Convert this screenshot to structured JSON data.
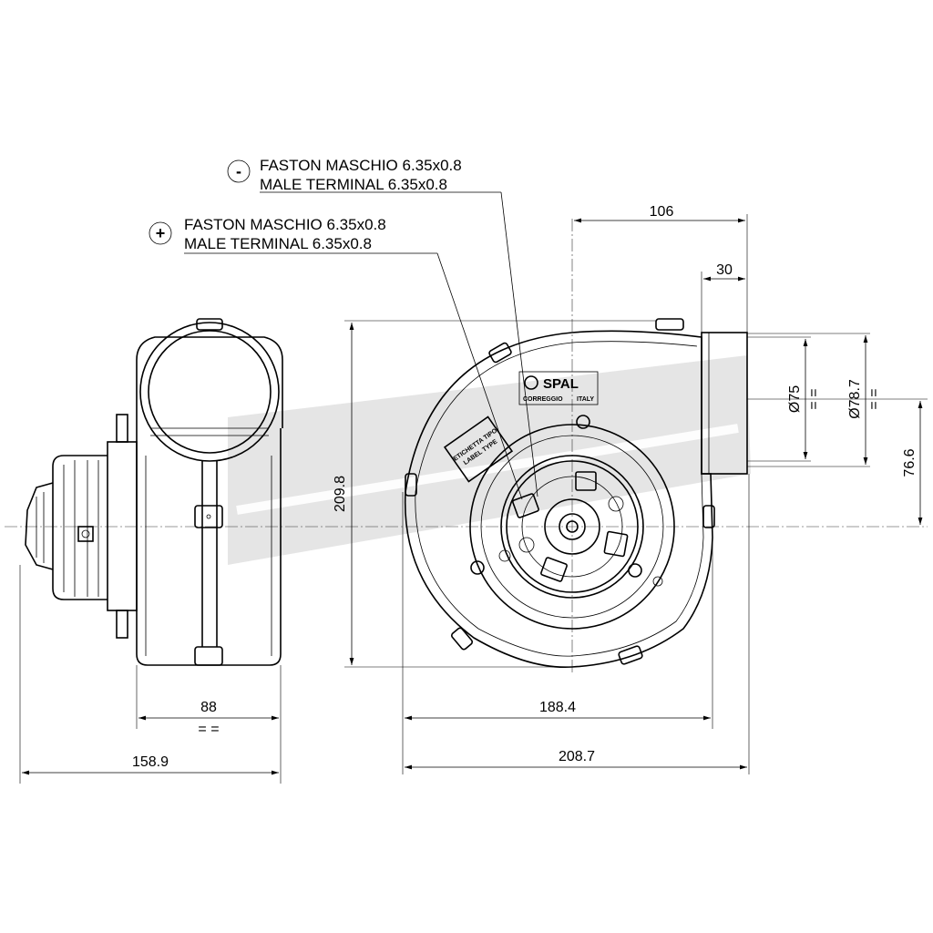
{
  "callouts": {
    "negative": {
      "symbol": "-",
      "line1": "FASTON MASCHIO 6.35x0.8",
      "line2": "MALE TERMINAL 6.35x0.8"
    },
    "positive": {
      "symbol": "+",
      "line1": "FASTON MASCHIO 6.35x0.8",
      "line2": "MALE TERMINAL 6.35x0.8"
    }
  },
  "dimensions": {
    "outlet_offset": "106",
    "outlet_depth": "30",
    "outlet_inner_dia": "Ø75",
    "outlet_outer_dia": "Ø78.7",
    "outlet_height": "76.6",
    "body_height": "209.8",
    "body_width": "188.4",
    "total_width": "208.7",
    "side_width": "88",
    "side_total": "158.9",
    "equal_mark": "= ="
  },
  "labels": {
    "brand": "SPAL",
    "city": "CORREGGIO",
    "country": "ITALY",
    "label_line1": "ETICHETTA TIPO",
    "label_line2": "LABEL TYPE"
  },
  "colors": {
    "ink": "#000000",
    "watermark": "#cfcfcf"
  }
}
